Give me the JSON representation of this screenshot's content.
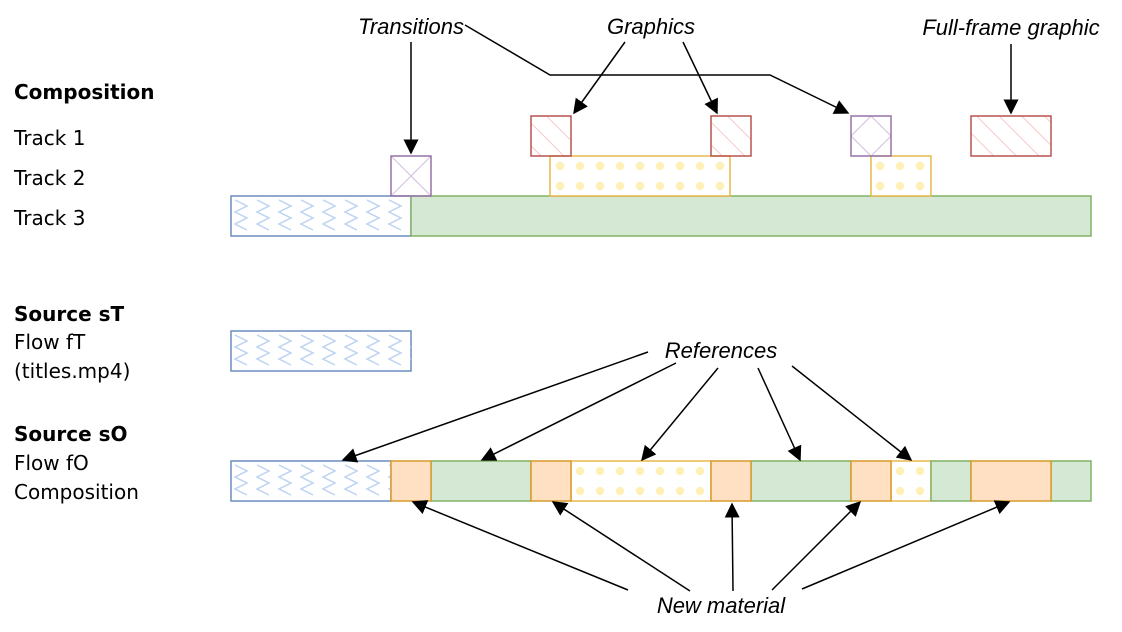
{
  "labels": {
    "composition": "Composition",
    "track1": "Track 1",
    "track2": "Track 2",
    "track3": "Track 3",
    "source_st": "Source sT",
    "flow_ft": "Flow fT",
    "titles_file": "(titles.mp4)",
    "source_so": "Source sO",
    "flow_fo": "Flow fO",
    "composition2": "Composition"
  },
  "annotations": {
    "transitions": "Transitions",
    "graphics": "Graphics",
    "full_frame": "Full-frame graphic",
    "references": "References",
    "new_material": "New material"
  },
  "colors": {
    "blue": "#6c8ebf",
    "blue_pattern": "#bcd3f2",
    "green_fill": "#d5e8d4",
    "green_border": "#82b366",
    "yellow_border": "#e8b94a",
    "yellow_dot": "#fff0b8",
    "orange_fill": "#ffe0c2",
    "orange_border": "#d89a2a",
    "purple": "#9673a6",
    "red": "#b85450",
    "red_pattern": "#f5b8b8"
  }
}
